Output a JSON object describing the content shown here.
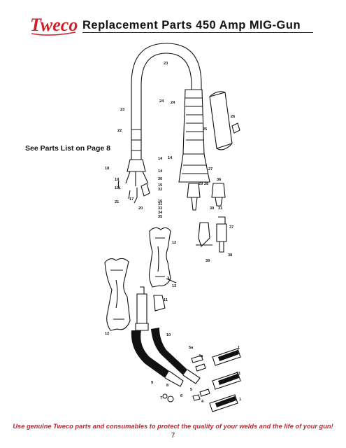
{
  "header": {
    "logo_text": "Tweco",
    "title": "Replacement Parts 450 Amp MIG-Gun"
  },
  "note": "See Parts List on Page 8",
  "callouts": [
    "1",
    "2",
    "3",
    "4",
    "4a",
    "5",
    "5a",
    "6",
    "7",
    "8",
    "9",
    "10",
    "11",
    "12",
    "12",
    "13",
    "14",
    "14",
    "15",
    "16",
    "17",
    "18",
    "19",
    "19",
    "20",
    "21",
    "22",
    "23",
    "23",
    "24",
    "24",
    "25",
    "26",
    "27",
    "28",
    "29",
    "30",
    "30",
    "31",
    "31",
    "32",
    "33",
    "34",
    "35",
    "36",
    "37",
    "38",
    "39"
  ],
  "footer": {
    "disclaimer": "Use genuine Tweco parts and consumables to protect the quality of your welds and the life of your gun!",
    "page_number": "7"
  },
  "colors": {
    "logo_red": "#d0202a",
    "footer_red": "#d0202a",
    "line_art": "#111111"
  }
}
